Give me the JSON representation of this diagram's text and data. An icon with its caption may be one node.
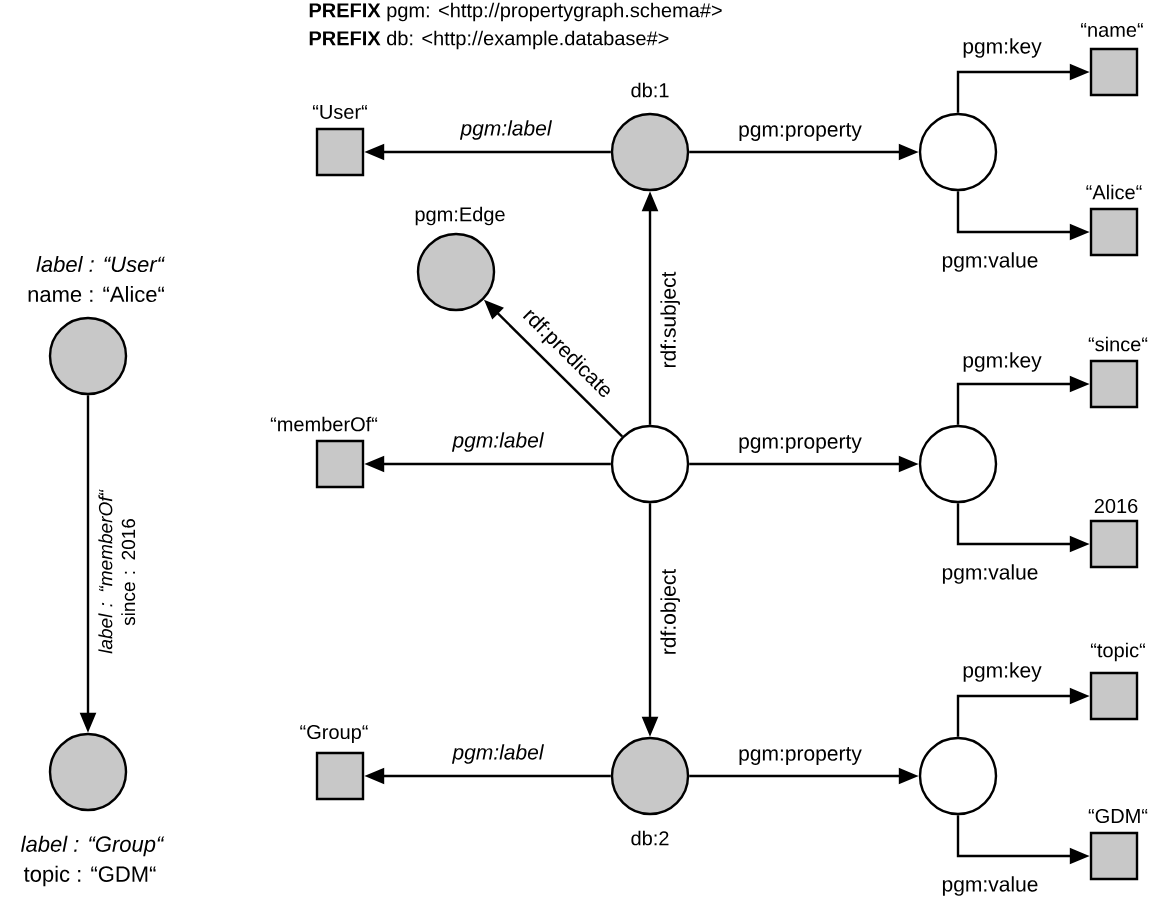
{
  "diagram": {
    "nodes": [
      {
        "text": [],
        "shape": "circle",
        "beside": [
          "label : “User“",
          "name : “Alice“"
        ]
      },
      {
        "text": [],
        "shape": "circle",
        "beside": [
          "label : “Group“",
          "topic : “GDM“"
        ]
      },
      {
        "text": [],
        "shape": "box",
        "beside": [
          "“User“"
        ]
      },
      {
        "text": [],
        "shape": "circle",
        "beside": [
          "db:1"
        ]
      },
      {
        "text": [],
        "shape": "circle"
      },
      {
        "text": [],
        "shape": "box",
        "beside": [
          "“name“"
        ]
      },
      {
        "text": [],
        "shape": "box",
        "beside": [
          "“Alice“"
        ]
      },
      {
        "text": [],
        "shape": "circle",
        "beside": [
          "pgm:Edge"
        ]
      },
      {
        "text": [],
        "shape": "box",
        "beside": [
          "“memberOf“"
        ]
      },
      {
        "text": [],
        "shape": "circle"
      },
      {
        "text": [],
        "shape": "circle"
      },
      {
        "text": [],
        "shape": "box",
        "beside": [
          "“since“"
        ]
      },
      {
        "text": [],
        "shape": "box",
        "beside": [
          "2016"
        ]
      },
      {
        "text": [],
        "shape": "box",
        "beside": [
          "“Group“"
        ]
      },
      {
        "text": [],
        "shape": "circle",
        "beside": [
          "db:2"
        ]
      },
      {
        "text": [],
        "shape": "circle"
      },
      {
        "text": [],
        "shape": "box",
        "beside": [
          "“topic“"
        ]
      },
      {
        "text": [],
        "shape": "box",
        "beside": [
          "“GDM“"
        ]
      }
    ],
    "edges": [
      {
        "from": 0,
        "to": 1,
        "arrow": "to",
        "label": "*label : “memberOf“* since : 2016"
      },
      {
        "from": 3,
        "to": 2,
        "arrow": "to",
        "label": "pgm:label"
      },
      {
        "from": 3,
        "to": 4,
        "arrow": "to",
        "label": "pgm:property"
      },
      {
        "from": 4,
        "to": 5,
        "arrow": "to",
        "label": "pgm:key"
      },
      {
        "from": 4,
        "to": 6,
        "arrow": "to",
        "label": "pgm:value"
      },
      {
        "from": 9,
        "to": 3,
        "arrow": "to",
        "label": "rdf:subject"
      },
      {
        "from": 9,
        "to": 7,
        "arrow": "to",
        "label": "rdf:predicate"
      },
      {
        "from": 9,
        "to": 8,
        "arrow": "to",
        "label": "pgm:label"
      },
      {
        "from": 9,
        "to": 10,
        "arrow": "to",
        "label": "pgm:property"
      },
      {
        "from": 10,
        "to": 11,
        "arrow": "to",
        "label": "pgm:key"
      },
      {
        "from": 10,
        "to": 12,
        "arrow": "to",
        "label": "pgm:value"
      },
      {
        "from": 9,
        "to": 14,
        "arrow": "to",
        "label": "rdf:object"
      },
      {
        "from": 14,
        "to": 13,
        "arrow": "to",
        "label": "pgm:label"
      },
      {
        "from": 14,
        "to": 15,
        "arrow": "to",
        "label": "pgm:property"
      },
      {
        "from": 15,
        "to": 16,
        "arrow": "to",
        "label": "pgm:key"
      },
      {
        "from": 15,
        "to": 17,
        "arrow": "to",
        "label": "pgm:value"
      }
    ],
    "labels": [
      "**PREFIX** pgm: <http://propertygraph.schema#>",
      "**PREFIX** db: <http://example.database#>"
    ]
  }
}
